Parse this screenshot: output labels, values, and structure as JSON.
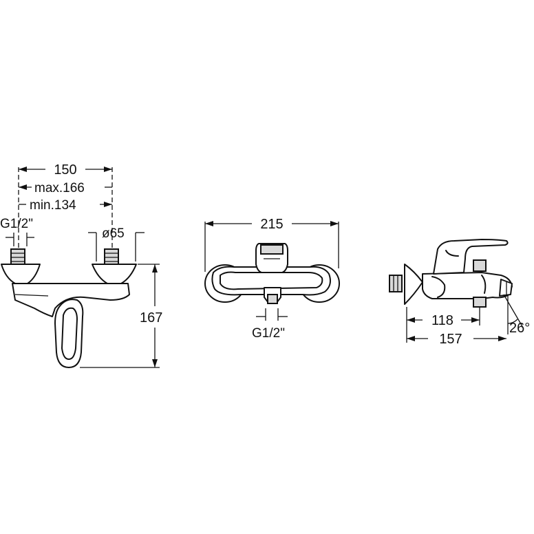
{
  "front_view": {
    "dim_150": "150",
    "dim_max": "max.166",
    "dim_min": "min.134",
    "thread": "G1/2\"",
    "dia": "ø65",
    "height": "167"
  },
  "top_view": {
    "width": "215",
    "thread": "G1/2\""
  },
  "side_view": {
    "dim_118": "118",
    "dim_157": "157",
    "angle": "26°"
  }
}
